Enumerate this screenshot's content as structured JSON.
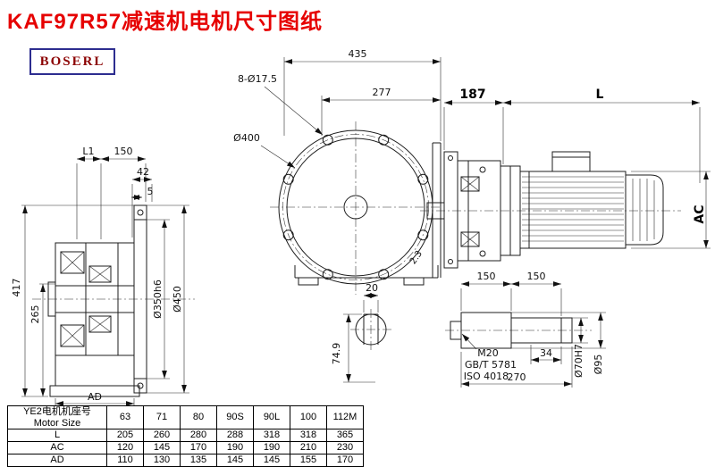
{
  "page": {
    "title": "KAF97R57减速机电机尺寸图纸",
    "logo": "BOSERL"
  },
  "dims": {
    "front_overall": "435",
    "bolt_holes": "8-Ø17.5",
    "front_277": "277",
    "dia_400": "Ø400",
    "note_2_3": "2.3",
    "left_L1": "L1",
    "left_150": "150",
    "left_42": "42",
    "left_5": "5",
    "left_417": "417",
    "left_265": "265",
    "left_AD": "AD",
    "dia_350": "Ø350h6",
    "dia_450": "Ø450",
    "shaft_20": "20",
    "shaft_74_9": "74.9",
    "bolt_150a": "150",
    "bolt_150b": "150",
    "thread_M20": "M20",
    "std_gbt": "GB/T 5781",
    "std_iso": "ISO 4018",
    "shaft_34": "34",
    "shaft_270": "270",
    "dia_70": "Ø70H7",
    "dia_95": "Ø95",
    "side_187": "187",
    "side_L": "L",
    "side_AC": "AC"
  },
  "table": {
    "header_cn": "YE2电机机座号",
    "header_en": "Motor Size",
    "columns": [
      "63",
      "71",
      "80",
      "90S",
      "90L",
      "100",
      "112M"
    ],
    "rows": [
      {
        "label": "L",
        "values": [
          "205",
          "260",
          "280",
          "288",
          "318",
          "318",
          "365"
        ]
      },
      {
        "label": "AC",
        "values": [
          "120",
          "145",
          "170",
          "190",
          "190",
          "210",
          "230"
        ]
      },
      {
        "label": "AD",
        "values": [
          "110",
          "130",
          "135",
          "145",
          "145",
          "155",
          "170"
        ]
      }
    ]
  }
}
